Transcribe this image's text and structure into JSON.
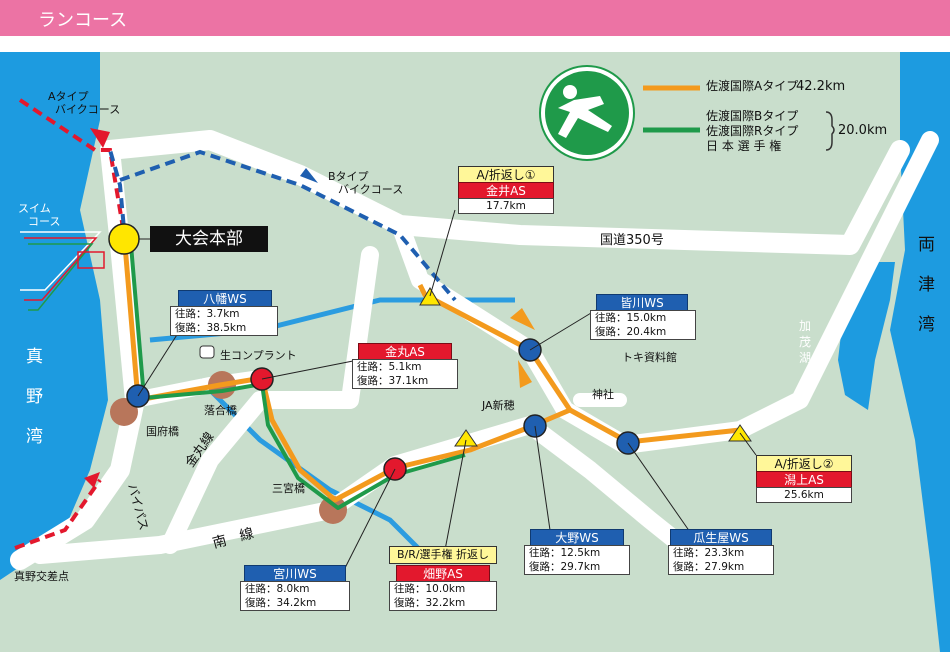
{
  "header": {
    "title": "ランコース"
  },
  "legend": {
    "line_a_label": "佐渡国際Aタイプ",
    "line_a_distance": "42.2km",
    "line_b_label": "佐渡国際Bタイプ",
    "line_r_label": "佐渡国際Rタイプ",
    "line_j_label": "日 本 選 手 権",
    "line_brj_distance": "20.0km",
    "colors": {
      "a": "#f39a1d",
      "brj": "#1f9a4a"
    }
  },
  "places": {
    "hq": "大会本部",
    "a_bike": [
      "Aタイプ",
      "バイクコース"
    ],
    "b_bike": [
      "Bタイプ",
      "バイクコース"
    ],
    "swim": [
      "スイム",
      "コース"
    ],
    "route350": "国道350号",
    "ryotsu": [
      "両",
      "津",
      "湾"
    ],
    "mano_bay": [
      "真",
      "野",
      "湾"
    ],
    "kamo": [
      "加",
      "茂",
      "湖"
    ],
    "toki": "トキ資料館",
    "jinja": "神社",
    "ja": "JA新穂",
    "plant": "生コンプラント",
    "ochiai": "落合橋",
    "kokufu": "国府橋",
    "sannomiya": "三宮橋",
    "kanemaru_road": "金丸線",
    "bypass": "バイパス",
    "minami": "南　線",
    "mano_cross": "真野交差点"
  },
  "stations": {
    "yawata": {
      "name": "八幡WS",
      "out": "往路：3.7km",
      "back": "復路：38.5km"
    },
    "kanemaru": {
      "name": "金丸AS",
      "out": "往路：5.1km",
      "back": "復路：37.1km"
    },
    "minagawa": {
      "name": "皆川WS",
      "out": "往路：15.0km",
      "back": "復路：20.4km"
    },
    "kanai": {
      "head": "A/折返し①",
      "name": "金井AS",
      "dist": "17.7km"
    },
    "yugami": {
      "head": "A/折返し②",
      "name": "潟上AS",
      "dist": "25.6km"
    },
    "ono": {
      "name": "大野WS",
      "out": "往路：12.5km",
      "back": "復路：29.7km"
    },
    "uriuya": {
      "name": "瓜生屋WS",
      "out": "往路：23.3km",
      "back": "復路：27.9km"
    },
    "miyagawa": {
      "name": "宮川WS",
      "out": "往路：8.0km",
      "back": "復路：34.2km"
    },
    "hatano": {
      "head": "B/R/選手権 折返し",
      "name": "畑野AS",
      "out": "往路：10.0km",
      "back": "復路：32.2km"
    }
  }
}
